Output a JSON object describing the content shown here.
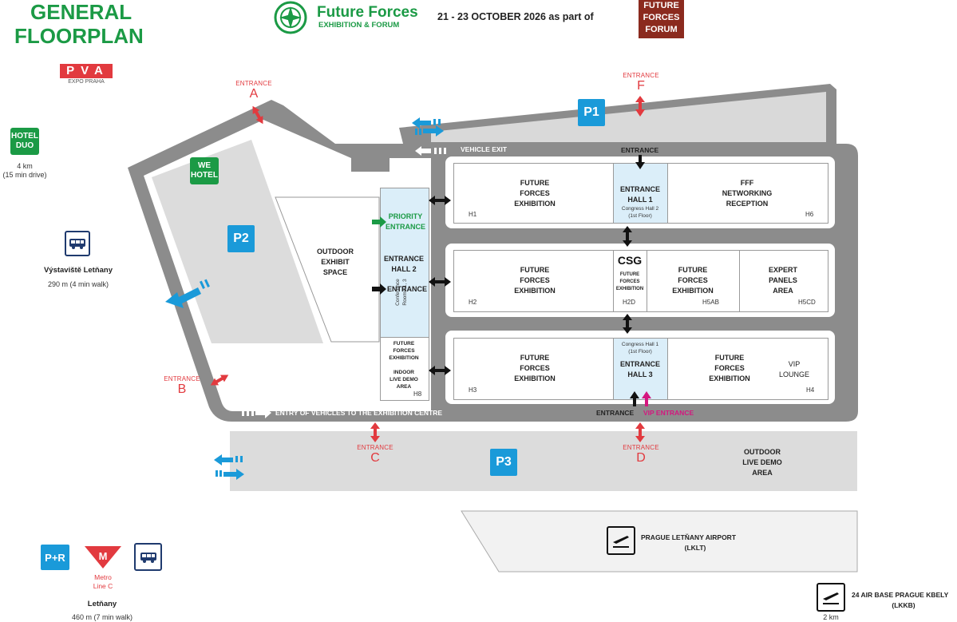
{
  "header": {
    "title_line1": "GENERAL",
    "title_line2": "FLOORPLAN",
    "ff_logo_main": "Future Forces",
    "ff_logo_sub": "EXHIBITION & FORUM",
    "date_text": "21 - 23 OCTOBER 2026 as part of",
    "fff_logo_l1": "FUTURE",
    "fff_logo_l2": "FORCES",
    "fff_logo_l3": "FORUM",
    "pva_letters": "PVA",
    "pva_sub": "EXPO PRAHA"
  },
  "left_info": {
    "hotel_duo_badge": "HOTEL\nDUO",
    "hotel_duo_dist": "4 km",
    "hotel_duo_time": "(15 min drive)",
    "bus_stop_name": "Výstaviště Letňany",
    "bus_stop_dist": "290 m (4 min walk)",
    "pr_badge": "P+R",
    "metro_l1": "Metro",
    "metro_l2": "Line C",
    "letnany_name": "Letňany",
    "letnany_dist": "460 m (7 min walk)"
  },
  "entrances": {
    "label": "ENTRANCE",
    "a": "A",
    "b": "B",
    "c": "C",
    "d": "D",
    "f": "F"
  },
  "parking": {
    "p1": "P1",
    "p2": "P2",
    "p3": "P3"
  },
  "site": {
    "we_hotel": "WE\nHOTEL",
    "outdoor_exhibit": "OUTDOOR\nEXHIBIT\nSPACE",
    "vehicle_exit": "VEHICLE EXIT",
    "vehicle_entry": "ENTRY OF VEHICLES TO THE EXHIBITION CENTRE",
    "outdoor_live_demo": "OUTDOOR\nLIVE DEMO\nAREA",
    "entrance_bottom": "ENTRANCE",
    "vip_entrance": "VIP ENTRANCE",
    "entrance_top": "ENTRANCE"
  },
  "hall2_block": {
    "priority_entrance": "PRIORITY\nENTRANCE",
    "entrance_hall_2": "ENTRANCE\nHALL 2",
    "entrance": "ENTRANCE",
    "conference": "Conference\nRooms 1, 3",
    "h8_text": "FUTURE\nFORCES\nEXHIBITION\n\nINDOOR\nLIVE DEMO\nAREA",
    "h8_code": "H8"
  },
  "row1": {
    "h1_text": "FUTURE\nFORCES\nEXHIBITION",
    "h1_code": "H1",
    "entrance_hall_1": "ENTRANCE\nHALL 1",
    "congress_hall_2": "Congress Hall 2\n(1st Floor)",
    "h6_text": "FFF\nNETWORKING\nRECEPTION",
    "h6_code": "H6"
  },
  "row2": {
    "h2_text": "FUTURE\nFORCES\nEXHIBITION",
    "h2_code": "H2",
    "csg_logo": "CSG",
    "h2d_text": "FUTURE\nFORCES\nEXHIBITION",
    "h2d_code": "H2D",
    "h5ab_text": "FUTURE\nFORCES\nEXHIBITION",
    "h5ab_code": "H5AB",
    "h5cd_text": "EXPERT\nPANELS\nAREA",
    "h5cd_code": "H5CD"
  },
  "row3": {
    "h3_text": "FUTURE\nFORCES\nEXHIBITION",
    "h3_code": "H3",
    "congress_hall_1": "Congress Hall 1\n(1st Floor)",
    "entrance_hall_3": "ENTRANCE\nHALL 3",
    "h4a_text": "FUTURE\nFORCES\nEXHIBITION",
    "vip_lounge": "VIP\nLOUNGE",
    "h4_code": "H4"
  },
  "airports": {
    "letnany_name": "PRAGUE LETŇANY AIRPORT",
    "letnany_code": "(LKLT)",
    "kbely_name": "24 AIR BASE PRAGUE KBELY",
    "kbely_code": "(LKKB)",
    "kbely_dist": "2 km"
  },
  "colors": {
    "title_green": "#1b9a45",
    "road_gray": "#8c8c8c",
    "parking_blue": "#1a9ad9",
    "entrance_red": "#e23a3f",
    "vip_magenta": "#d4177f",
    "fff_brown": "#8b2a1e"
  }
}
